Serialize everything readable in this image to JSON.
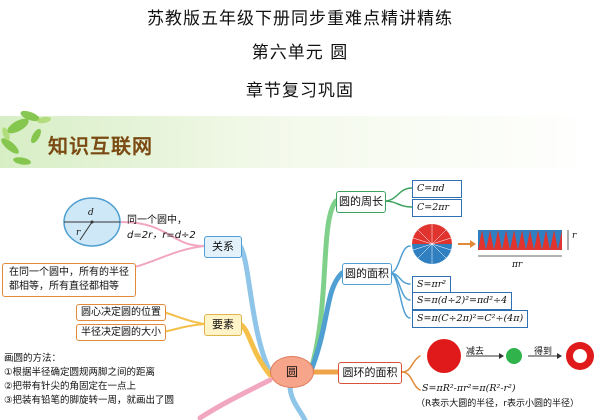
{
  "header": {
    "line1": "苏教版五年级下册同步重难点精讲精练",
    "line2": "第六单元  圆",
    "line3": "章节复习巩固"
  },
  "banner": {
    "title": "知识互联网"
  },
  "center_node": "圆",
  "left": {
    "relation": {
      "label": "关系",
      "diagram_text_d": "d",
      "diagram_text_r": "r",
      "note": [
        "同一个圆中，",
        "d=2r，r=d÷2"
      ],
      "box": [
        "在同一个圆中，所有的半径",
        "都相等，所有直径都相等"
      ]
    },
    "elements": {
      "label": "要素",
      "items": [
        "圆心决定圆的位置",
        "半径决定圆的大小"
      ]
    },
    "drawing": {
      "title": "画圆的方法：",
      "steps": [
        "①根据半径确定圆规两脚之间的距离",
        "②把带有针尖的角固定在一点上",
        "③把装有铅笔的脚旋转一周，就画出了圆"
      ]
    }
  },
  "right": {
    "perimeter": {
      "label": "圆的周长",
      "formulas": [
        "C=πd",
        "C=2πr"
      ]
    },
    "area": {
      "label": "圆的面积",
      "fig_r": "r",
      "fig_base": "πr",
      "formulas": [
        "S=πr²",
        "S=π(d÷2)²=πd²÷4",
        "S=π(C÷2π)²=C²÷(4π)"
      ]
    },
    "ring": {
      "label": "圆环的面积",
      "minus": "减去",
      "get": "得到",
      "formula": "S=πR²-πr²=π(R²-r²)",
      "note": "（R表示大圆的半径，r表示小圆的半径）"
    }
  },
  "colors": {
    "accent_orange": "#e28a3a",
    "green": "#3ba35e",
    "blue": "#2f6fb3",
    "red": "#e01a1a"
  }
}
